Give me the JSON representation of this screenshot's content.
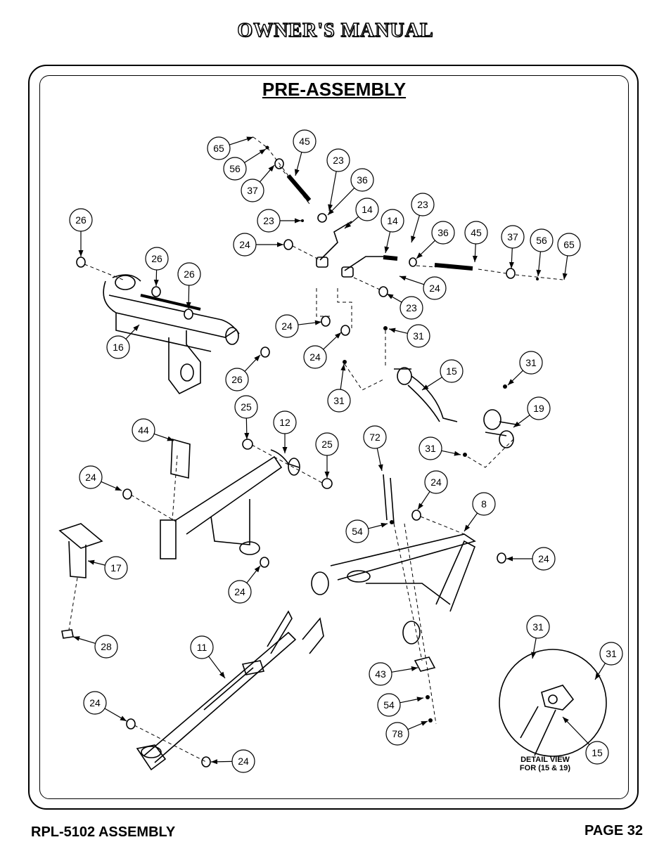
{
  "header": {
    "title": "OWNER'S MANUAL"
  },
  "section": {
    "title": "PRE-ASSEMBLY"
  },
  "footer": {
    "left": "RPL-5102 ASSEMBLY",
    "right": "PAGE 32"
  },
  "detail_view": {
    "line1": "DETAIL VIEW",
    "line2": "FOR (15 & 19)"
  },
  "callouts": [
    "65",
    "56",
    "37",
    "45",
    "23",
    "36",
    "23",
    "14",
    "14",
    "23",
    "36",
    "45",
    "37",
    "56",
    "65",
    "26",
    "26",
    "26",
    "24",
    "24",
    "23",
    "24",
    "24",
    "31",
    "15",
    "31",
    "31",
    "19",
    "31",
    "26",
    "16",
    "25",
    "12",
    "25",
    "44",
    "24",
    "72",
    "24",
    "8",
    "54",
    "24",
    "17",
    "24",
    "28",
    "11",
    "43",
    "31",
    "31",
    "54",
    "78",
    "24",
    "24",
    "15"
  ]
}
